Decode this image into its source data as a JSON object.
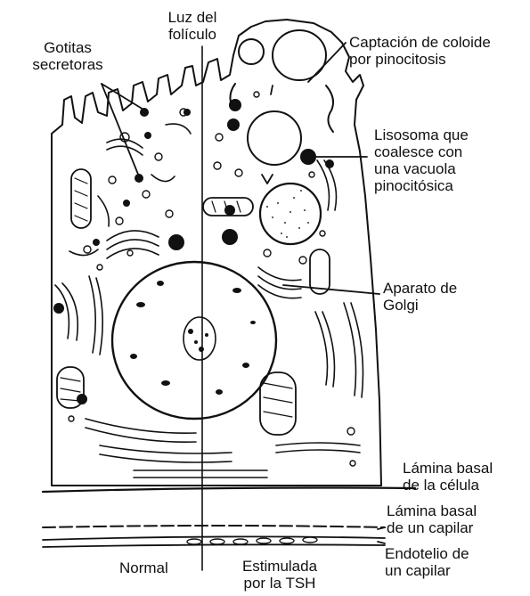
{
  "labels": {
    "lumen": [
      "Luz del",
      "folículo"
    ],
    "droplets": [
      "Gotitas",
      "secretoras"
    ],
    "pinocytosis": [
      "Captación de coloide",
      "por pinocitosis"
    ],
    "lysosome": [
      "Lisosoma que",
      "coalesce con",
      "una vacuola",
      "pinocitósica"
    ],
    "golgi": [
      "Aparato de",
      "Golgi"
    ],
    "basal_cell": [
      "Lámina basal",
      "de la célula"
    ],
    "basal_capillary": [
      "Lámina basal",
      "de un capilar"
    ],
    "endothelium": [
      "Endotelio de",
      "un capilar"
    ],
    "normal": "Normal",
    "stimulated": [
      "Estimulada",
      "por la TSH"
    ]
  }
}
